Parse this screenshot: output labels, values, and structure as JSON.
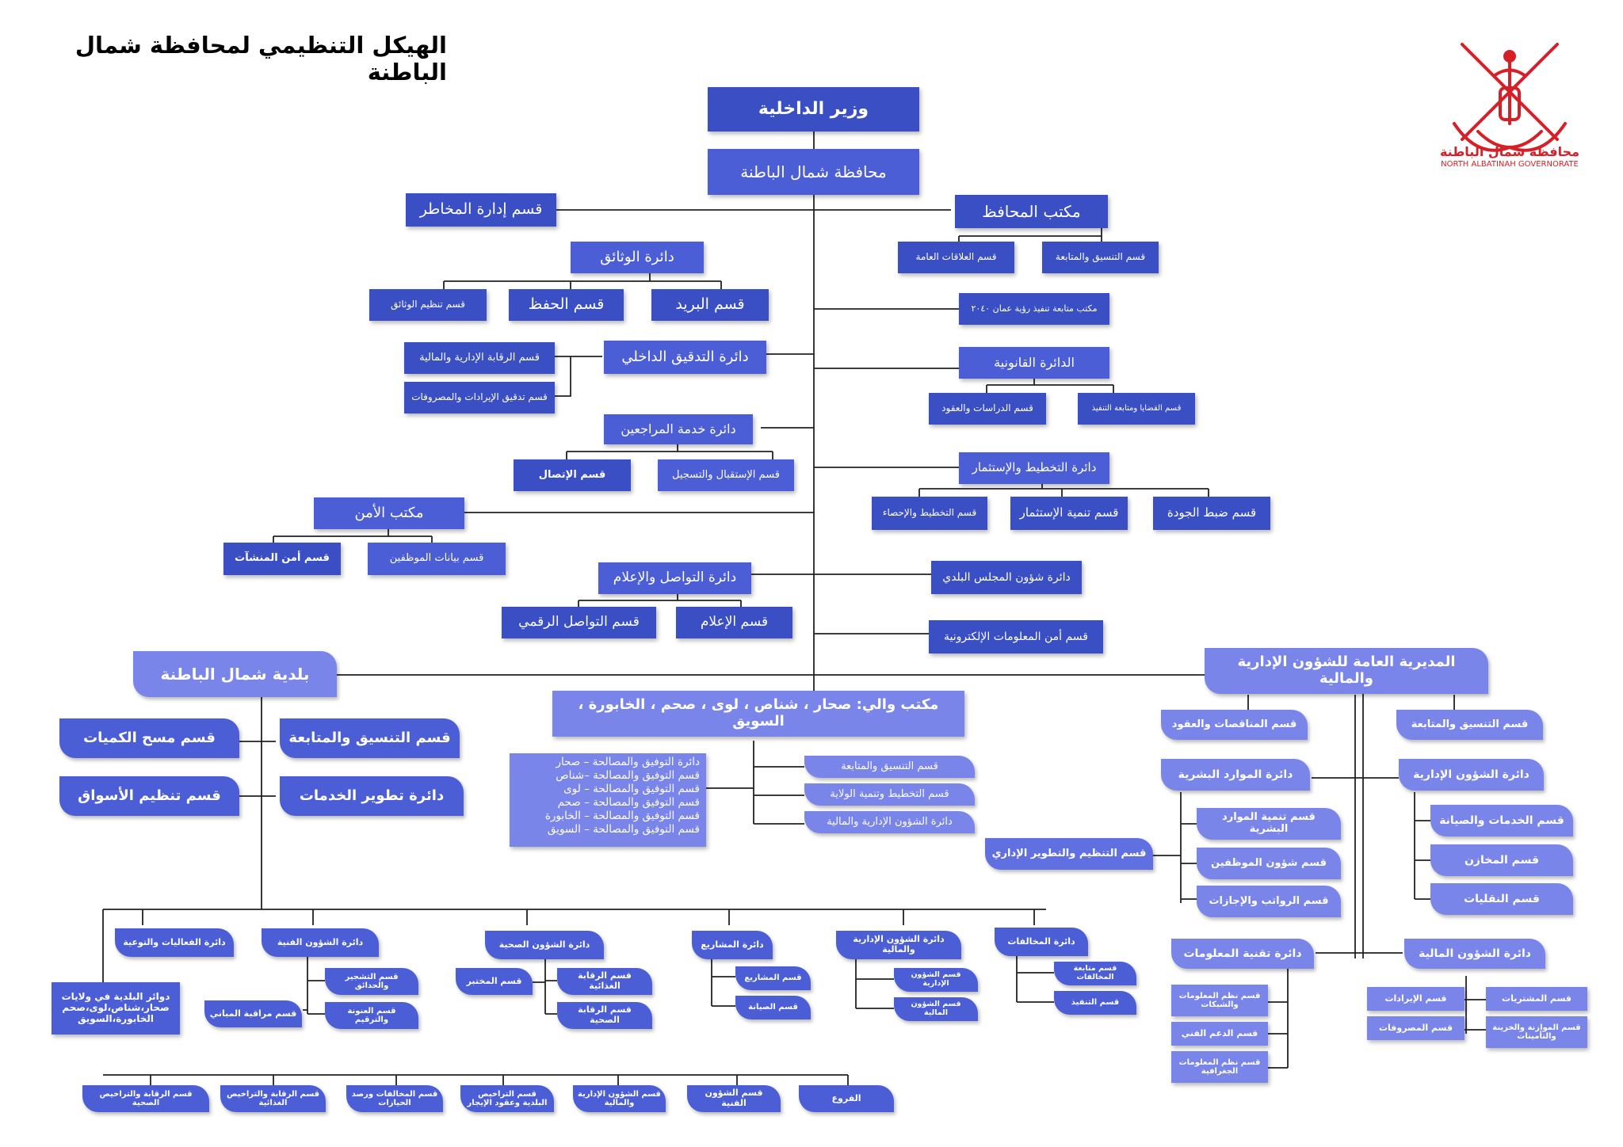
{
  "title": "الهيكل التنظيمي لمحافظة شمال الباطنة",
  "logo": {
    "name_ar": "محافظة شمال الباطنة",
    "name_en": "NORTH ALBATINAH GOVERNORATE",
    "icon": "oman-emblem-icon",
    "color": "#d61f26"
  },
  "colors": {
    "dark": "#3a4fc4",
    "medium": "#4b5ed6",
    "light": "#7a85ea",
    "line": "#222222"
  },
  "top": {
    "minister": "وزير الداخلية",
    "governorate": "محافظة شمال الباطنة"
  },
  "left": {
    "risk": "قسم إدارة المخاطر",
    "documents": {
      "label": "دائرة الوثائق",
      "org": "قسم تنظيم الوثائق",
      "save": "قسم الحفظ",
      "mail": "قسم البريد"
    },
    "audit": {
      "label": "دائرة التدقيق الداخلي",
      "admin": "قسم الرقابة الإدارية والمالية",
      "revenue": "قسم تدقيق الإيرادات والمصروفات"
    },
    "service": {
      "label": "دائرة خدمة المراجعين",
      "contact": "قسم الإتصال",
      "reception": "قسم الإستقبال والتسجيل"
    },
    "security": {
      "label": "مكتب الأمن",
      "facilities": "قسم أمن المنشآت",
      "staff_data": "قسم بيانات الموظفين"
    },
    "communication": {
      "label": "دائرة التواصل والإعلام",
      "digital": "قسم التواصل الرقمي",
      "media": "قسم الإعلام"
    }
  },
  "right": {
    "governor_office": {
      "label": "مكتب المحافظ",
      "public": "قسم العلاقات العامة",
      "coord": "قسم التنسيق والمتابعة"
    },
    "vision": "مكتب متابعة تنفيذ رؤية عمان ٢٠٤٠",
    "legal": {
      "label": "الدائرة القانونية",
      "studies": "قسم الدراسات والعقود",
      "cases": "قسم القضايا ومتابعة التنفيذ"
    },
    "planning": {
      "label": "دائرة التخطيط والإستثمار",
      "stats": "قسم التخطيط والإحصاء",
      "invest": "قسم تنمية الإستثمار",
      "quality": "قسم ضبط الجودة"
    },
    "council": "دائرة شؤون المجلس البلدي",
    "infosec": "قسم أمن المعلومات الإلكترونية"
  },
  "municipality": {
    "label": "بلدية شمال الباطنة",
    "survey": "قسم مسح الكميات",
    "coord": "قسم التنسيق والمتابعة",
    "markets": "قسم تنظيم الأسواق",
    "services_dev": "دائرة تطوير الخدمات",
    "events": "دائرة الفعاليات والتوعية",
    "technical": {
      "label": "دائرة الشؤون الفنية",
      "trees": "قسم التشجير والحدائق",
      "addressing": "قسم العنونة والترقيم",
      "buildings": "قسم مراقبة المباني"
    },
    "health": {
      "label": "دائرة الشؤون الصحية",
      "lab": "قسم المختبر",
      "food": "قسم الرقابة الغذائية",
      "health_ctrl": "قسم الرقابة الصحية"
    },
    "projects": {
      "label": "دائرة المشاريع",
      "projects": "قسم المشاريع",
      "maintenance": "قسم الصيانة"
    },
    "adminfin": {
      "label": "دائرة الشؤون الإدارية والمالية",
      "admin": "قسم الشؤون الإدارية",
      "finance": "قسم الشؤون المالية"
    },
    "violations": {
      "label": "دائرة المخالفات",
      "follow": "قسم متابعة المخالفات",
      "exec": "قسم التنفيذ"
    },
    "wilayat": "دوائر البلدية في ولايات صحار،شناص،لوى،صحم الخابورة،السويق",
    "bottom": {
      "health_lic": "قسم الرقابة والتراخيص الصحية",
      "food_lic": "قسم الرقابة والتراخيص الغذائية",
      "violations_seize": "قسم المخالفات ورصد الحيازات",
      "licenses": "قسم التراخيص البلدية وعقود الإيجار",
      "adminfin": "قسم الشؤون الإدارية والمالية",
      "tech": "قسم الشؤون الفنية",
      "branches": "الفروع"
    }
  },
  "wali": {
    "label": "مكتب والي: صحار ، شناص ، لوى ، صحم ، الخابورة ، السويق",
    "conciliation": [
      "دائرة التوفيق والمصالحة – صحار",
      "قسم التوفيق والمصالحة –شناص",
      "قسم التوفيق والمصالحة – لوى",
      "قسم التوفيق والمصالحة – صحم",
      "قسم التوفيق والمصالحة – الخابورة",
      "قسم التوفيق والمصالحة – السويق"
    ],
    "coord": "قسم التنسيق والمتابعة",
    "planning": "قسم التخطيط وتنمية الولاية",
    "adminfin": "دائرة الشؤون الإدارية والمالية"
  },
  "directorate": {
    "label": "المديرية العامة للشؤون الإدارية والمالية",
    "tenders": "قسم المناقصات والعقود",
    "coord": "قسم التنسيق والمتابعة",
    "hr": {
      "label": "دائرة الموارد البشرية",
      "dev": "قسم تنمية الموارد البشرية",
      "staff": "قسم شؤون الموظفين",
      "salaries": "قسم الرواتب والإجازات"
    },
    "admin": {
      "label": "دائرة الشؤون الإدارية",
      "services": "قسم الخدمات والصيانة",
      "stores": "قسم المخازن",
      "transport": "قسم النقليات"
    },
    "org_dev": "قسم التنظيم والتطوير الإداري",
    "it": {
      "label": "دائرة تقنية المعلومات",
      "networks": "قسم نظم المعلومات والشبكات",
      "support": "قسم الدعم الفني",
      "gis": "قسم نظم المعلومات الجغرافية"
    },
    "finance": {
      "label": "دائرة الشؤون المالية",
      "revenue": "قسم الإيرادات",
      "purchases": "قسم المشتريات",
      "expenses": "قسم المصروفات",
      "budget": "قسم الموازنة والخزينة والتأمينات"
    }
  }
}
